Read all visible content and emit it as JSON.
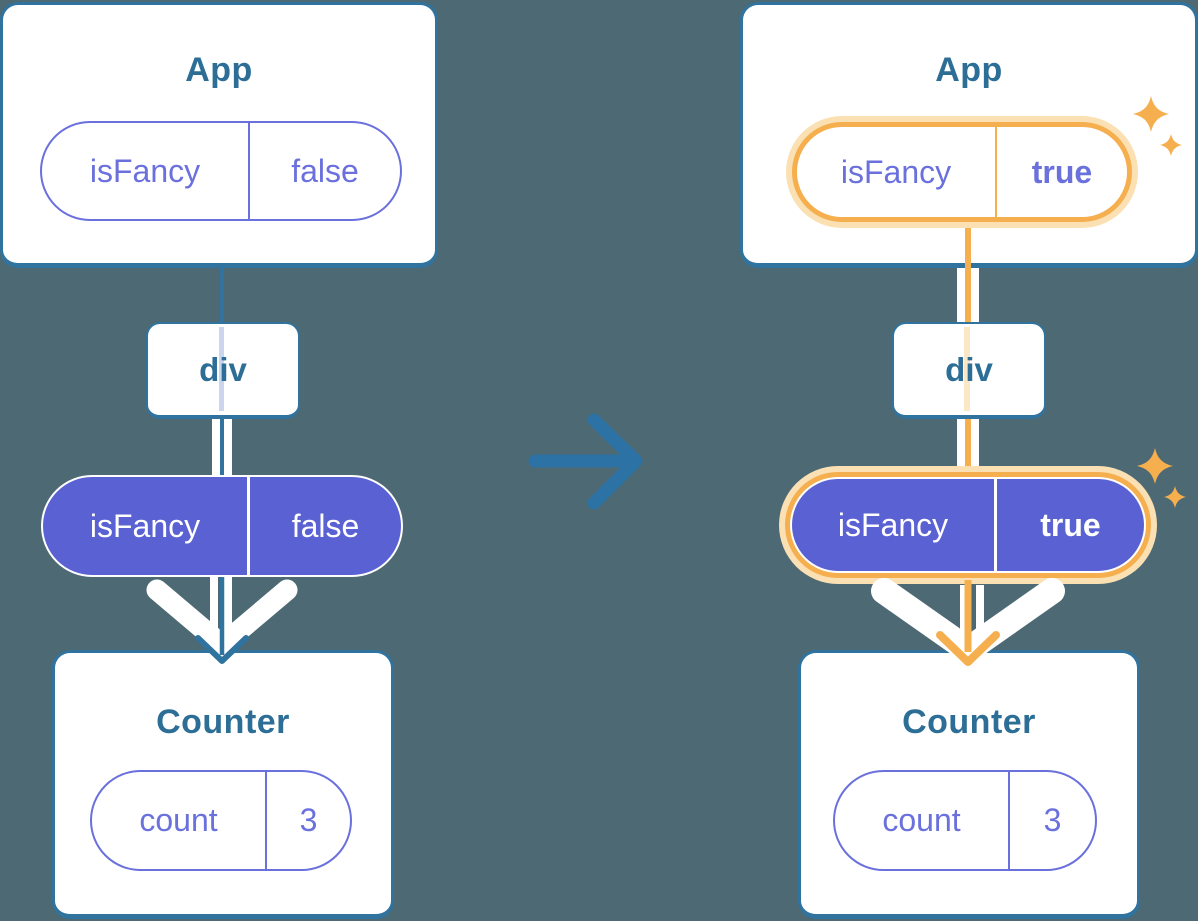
{
  "before": {
    "root": {
      "title": "App"
    },
    "root_prop": {
      "name": "isFancy",
      "value": "false"
    },
    "middle": {
      "label": "div"
    },
    "passed_prop": {
      "name": "isFancy",
      "value": "false"
    },
    "child": {
      "title": "Counter"
    },
    "child_state": {
      "name": "count",
      "value": "3"
    }
  },
  "after": {
    "root": {
      "title": "App"
    },
    "root_prop": {
      "name": "isFancy",
      "value": "true"
    },
    "middle": {
      "label": "div"
    },
    "passed_prop": {
      "name": "isFancy",
      "value": "true"
    },
    "child": {
      "title": "Counter"
    },
    "child_state": {
      "name": "count",
      "value": "3"
    }
  },
  "colors": {
    "background": "#4D6973",
    "box_border": "#2F739E",
    "title_text": "#2D6E96",
    "purple": "#6A70DC",
    "purple_fill": "#5A62D3",
    "lavender_line": "#CBD6EE",
    "orange": "#F5AF4E",
    "orange_light": "#FBE0B3",
    "orange_faint": "#FAE7C8",
    "arrow_blue": "#2C72A4",
    "white": "#FFFFFF"
  }
}
